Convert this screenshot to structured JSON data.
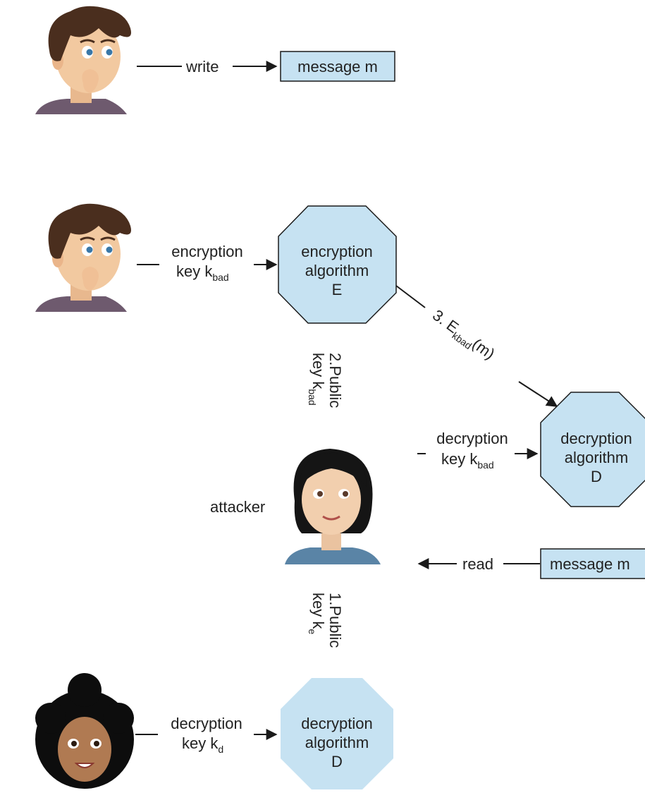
{
  "sender": {
    "row1": {
      "action": "write",
      "message": "message m"
    },
    "row2": {
      "key_label_line1": "encryption",
      "key_label_line2_main": "key k",
      "key_label_line2_sub": "bad",
      "algorithm": [
        "encryption",
        "algorithm",
        "E"
      ]
    }
  },
  "attacker": {
    "label": "attacker",
    "ciphertext_prefix": "3. E",
    "ciphertext_sub": "kbad",
    "ciphertext_suffix": "(m)",
    "public_key_2_line1": "2.Public",
    "public_key_2_line2_main": "key k",
    "public_key_2_line2_sub": "bad",
    "public_key_1_line1": "1.Public",
    "public_key_1_line2_main": "key k",
    "public_key_1_line2_sub": "e",
    "decryption_key_line1": "decryption",
    "decryption_key_line2_main": "key k",
    "decryption_key_line2_sub": "bad",
    "decryption_algorithm": [
      "decryption",
      "algorithm",
      "D"
    ],
    "read_action": "read",
    "read_message": "message m"
  },
  "receiver": {
    "key_label_line1": "decryption",
    "key_label_line2_main": "key k",
    "key_label_line2_sub": "d",
    "algorithm": [
      "decryption",
      "algorithm",
      "D"
    ]
  },
  "colors": {
    "box_fill": "#c6e2f2",
    "stroke": "#1a1a1a",
    "male_hair": "#4a2e1e",
    "skin": "#f2c9a0",
    "shirt": "#6e5a6e",
    "attacker_hair": "#151515",
    "attacker_shirt": "#5a84a6",
    "receiver_hair": "#0d0d0d",
    "receiver_skin": "#b07a52"
  }
}
